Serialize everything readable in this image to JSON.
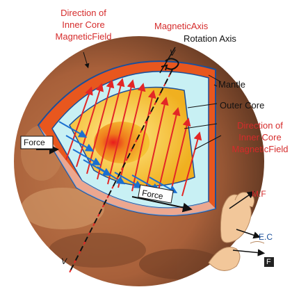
{
  "labels": {
    "top_left": [
      "Direction of",
      "Inner Core",
      "MagneticField"
    ],
    "top_middle": "MagneticAxis",
    "rotation_axis": "Rotation Axis",
    "mantle": "Mantle",
    "outer_core": "Outer Core",
    "right": [
      "Direction of",
      "Inner Core",
      "MagneticField"
    ],
    "force_left": "Force",
    "force_bottom": "Force",
    "mf": "M.F",
    "ec": "E.C",
    "f": "F",
    "v_top": "V",
    "v_bottom": "V"
  },
  "colors": {
    "label_red": "#d52b2b",
    "text_dark": "#111111",
    "crust": "#e8571e",
    "outer_core": "#c8f0f4",
    "inner_core": "#f0b020",
    "inner_core_center": "#e81c1c",
    "field_arrow": "#e32626",
    "current_arrow": "#1a6fd0",
    "axis_line": "#000000"
  }
}
